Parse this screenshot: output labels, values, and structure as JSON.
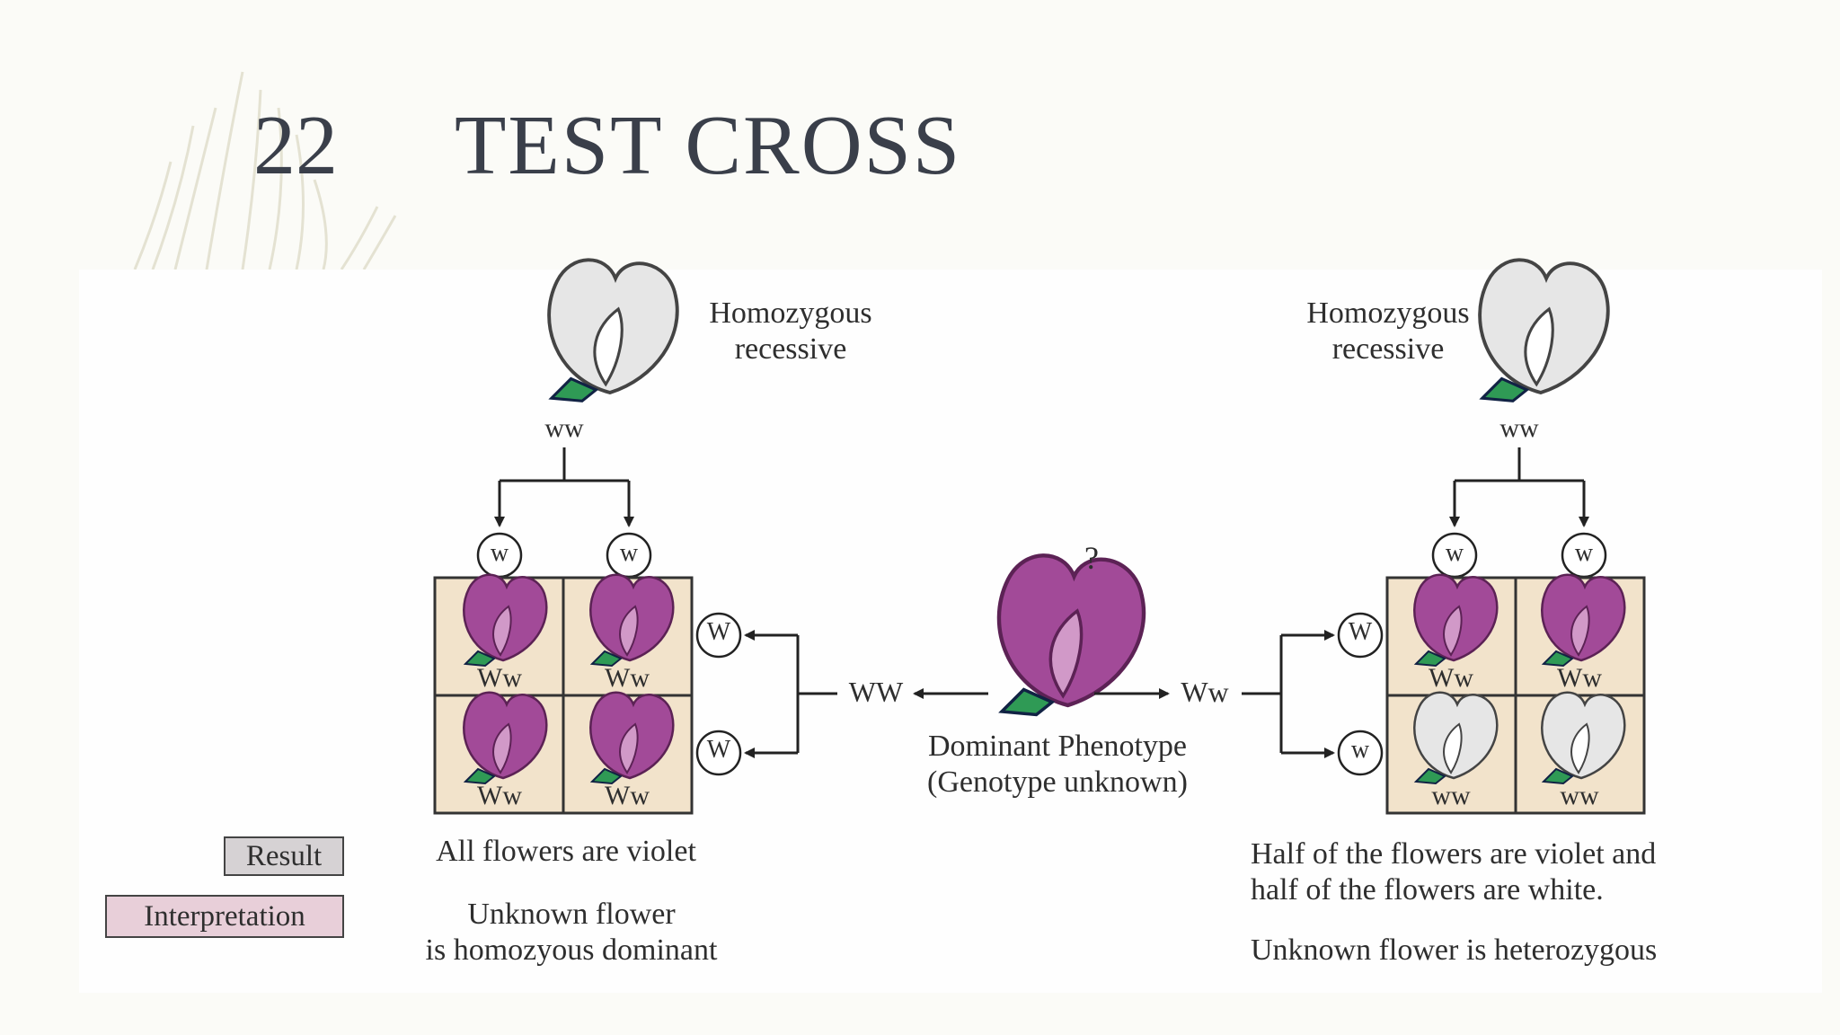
{
  "slide": {
    "number": "22",
    "title": "TEST CROSS"
  },
  "left_parent": {
    "label_line1": "Homozygous",
    "label_line2": "recessive",
    "genotype": "ww"
  },
  "right_parent": {
    "label_line1": "Homozygous",
    "label_line2": "recessive",
    "genotype": "ww"
  },
  "gametes": {
    "small_w": "w",
    "big_w": "W"
  },
  "unknown": {
    "question": "?",
    "phenotype_line1": "Dominant Phenotype",
    "phenotype_line2": "(Genotype unknown)",
    "left_genotype": "WW",
    "right_genotype": "Ww"
  },
  "left_grid": [
    "Ww",
    "Ww",
    "Ww",
    "Ww"
  ],
  "right_grid": [
    "Ww",
    "Ww",
    "ww",
    "ww"
  ],
  "tags": {
    "result": "Result",
    "interpretation": "Interpretation"
  },
  "left_result": "All flowers are violet",
  "left_interpretation_line1": "Unknown flower",
  "left_interpretation_line2": "is homozyous dominant",
  "right_result_line1": "Half of the flowers are violet and",
  "right_result_line2": "half of the flowers are white.",
  "right_interpretation": "Unknown flower is heterozygous",
  "colors": {
    "violet": "#a24a98",
    "violet_light": "#d199c8",
    "white_petal": "#e6e6e6",
    "leaf": "#2f9a55",
    "cell": "#f2e3cb",
    "title": "#3a3f4a"
  }
}
